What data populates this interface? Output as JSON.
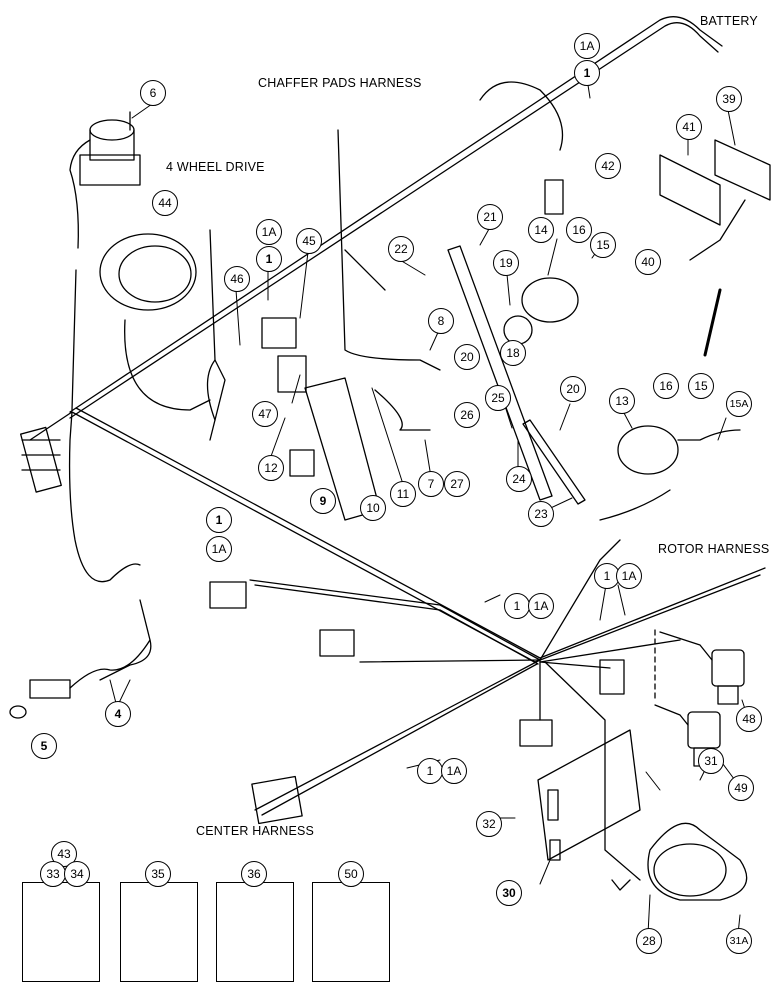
{
  "labels": {
    "battery": "BATTERY",
    "chaffer": "CHAFFER PADS HARNESS",
    "four_wd": "4 WHEEL DRIVE",
    "rotor": "ROTOR HARNESS",
    "center": "CENTER HARNESS"
  },
  "callouts": {
    "c1a_top": "1A",
    "c1_top": "1",
    "c39": "39",
    "c41": "41",
    "c42": "42",
    "c40": "40",
    "c6": "6",
    "c44": "44",
    "c1a_mid": "1A",
    "c1_mid": "1",
    "c45": "45",
    "c46": "46",
    "c22": "22",
    "c21": "21",
    "c14": "14",
    "c16a": "16",
    "c15a": "15",
    "c19": "19",
    "c20a": "20",
    "c18": "18",
    "c8": "8",
    "c47": "47",
    "c12": "12",
    "c9": "9",
    "c10": "10",
    "c11": "11",
    "c7": "7",
    "c26": "26",
    "c25": "25",
    "c27": "27",
    "c24": "24",
    "c20b": "20",
    "c23": "23",
    "c13": "13",
    "c16b": "16",
    "c15b": "15",
    "c15A": "15A",
    "c1_left": "1",
    "c1a_left": "1A",
    "c1_rot": "1",
    "c1a_rot": "1A",
    "c1_mid2": "1",
    "c1a_mid2": "1A",
    "c4": "4",
    "c5": "5",
    "c48": "48",
    "c49": "49",
    "c31": "31",
    "c1_low": "1",
    "c1a_low": "1A",
    "c32": "32",
    "c30": "30",
    "c28": "28",
    "c31A": "31A",
    "c43": "43",
    "c33": "33",
    "c34": "34",
    "c35": "35",
    "c36": "36",
    "c50": "50"
  }
}
